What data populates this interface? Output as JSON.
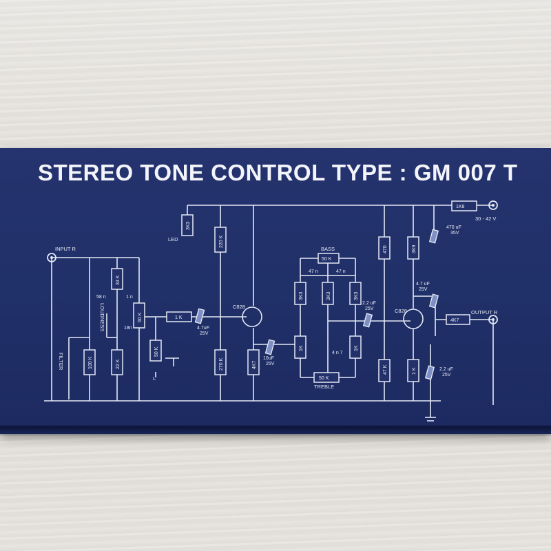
{
  "title": "STEREO TONE CONTROL TYPE : GM 007 T",
  "labels": {
    "input": "INPUT R",
    "output": "OUTPUT R",
    "supply": "30 - 42 V",
    "led": "LED",
    "loudness": "LOUDNESS",
    "filter": "FILTER",
    "bass": "BASS",
    "treble": "TREBLE",
    "transistor_left": "C828",
    "transistor_right": "C828",
    "gnd_l": "L"
  },
  "components": {
    "r_led": "3K3",
    "r_supply": "1K8",
    "c_supply": "470 uF",
    "c_supply_v": "35V",
    "r_top1": "220 K",
    "r_bias": "270 K",
    "r_top_right": "470",
    "r_out_top": "3K9",
    "r_emit": "1K",
    "r_k8": "33 K",
    "c_58n": "58 n",
    "c_1n": "1 n",
    "c_18n": "18n",
    "r_100k": "100 K",
    "r_22k": "22 K",
    "pot_50k": "50 K",
    "r_1k_in": "1 K",
    "c_47uf": "4.7uF",
    "c_47uf_v": "25V",
    "pot_vol": "50 K",
    "r_e1": "270 K",
    "r_e2": "4K7",
    "c_10uf": "10uF",
    "c_10uf_v": "25V",
    "r_b1": "3K3",
    "r_b2": "3K3",
    "r_b3": "3K3",
    "c_47n_a": "47 n",
    "c_47n_b": "47 n",
    "pot_bass": "50 K",
    "r_t1": "1K",
    "r_t2": "1K",
    "c_4n7": "4 n 7",
    "pot_treble": "50 K",
    "c_22uf": "2.2 uF",
    "c_22uf_v": "25V",
    "c_out": "4.7 uF",
    "c_out_v": "25V",
    "r_out": "4K7",
    "r_47k": "47 K",
    "r_1k_b": "1 K",
    "c_22uf_b": "2.2 uF",
    "c_22uf_b_v": "25V"
  }
}
